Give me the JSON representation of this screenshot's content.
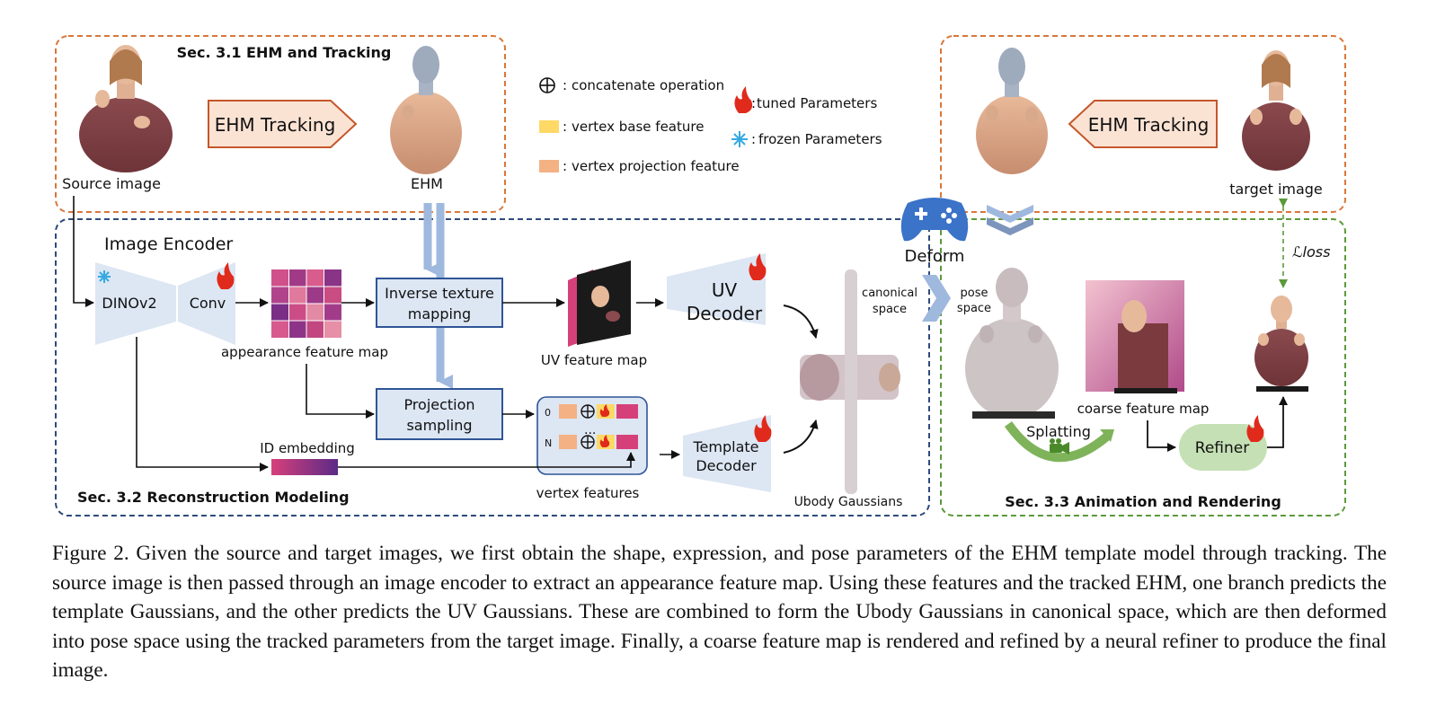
{
  "sections": {
    "ehm_tracking": "Sec. 3.1 EHM and Tracking",
    "reconstruction": "Sec. 3.2 Reconstruction Modeling",
    "animation": "Sec. 3.3 Animation and Rendering"
  },
  "legend": {
    "concat": "concatenate operation",
    "base": "vertex base feature",
    "proj": "vertex projection feature",
    "tuned": "tuned Parameters",
    "frozen": "frozen Parameters"
  },
  "labels": {
    "source_image": "Source image",
    "ehm": "EHM",
    "ehm_tracking": "EHM Tracking",
    "target_image": "target image",
    "image_encoder": "Image Encoder",
    "dinov2": "DINOv2",
    "conv": "Conv",
    "appearance_map": "appearance feature map",
    "inverse_line1": "Inverse texture",
    "inverse_line2": "mapping",
    "projection_line1": "Projection",
    "projection_line2": "sampling",
    "uv_map": "UV feature map",
    "uv_line1": "UV",
    "uv_line2": "Decoder",
    "template_line1": "Template",
    "template_line2": "Decoder",
    "id_embedding": "ID embedding",
    "vertex_features": "vertex features",
    "row_0": "0",
    "row_n": "N",
    "dots": "...",
    "ubody": "Ubody Gaussians",
    "canonical_line1": "canonical",
    "canonical_line2": "space",
    "pose_line1": "pose",
    "pose_line2": "space",
    "deform": "Deform",
    "loss": "ℒloss",
    "splatting": "Splatting",
    "coarse_map": "coarse feature map",
    "refiner": "Refiner"
  },
  "colors": {
    "orange_dashed": "#d9773a",
    "blue_dashed": "#2e4a7a",
    "green_dashed": "#5b9a3a",
    "box_fill": "#dde6f3",
    "box_stroke": "#2f5597",
    "tracking_fill": "#fbe3d4",
    "tracking_stroke": "#c5562a",
    "base_feature": "#ffd966",
    "proj_feature": "#f4b183",
    "feature_pink": "#d6407a",
    "refiner_fill": "#c5e0b4"
  },
  "caption": "Figure 2. Given the source and target images, we first obtain the shape, expression, and pose parameters of the EHM template model through tracking. The source image is then passed through an image encoder to extract an appearance feature map. Using these features and the tracked EHM, one branch predicts the template Gaussians, and the other predicts the UV Gaussians. These are combined to form the Ubody Gaussians in canonical space, which are then deformed into pose space using the tracked parameters from the target image. Finally, a coarse feature map is rendered and refined by a neural refiner to produce the final image."
}
